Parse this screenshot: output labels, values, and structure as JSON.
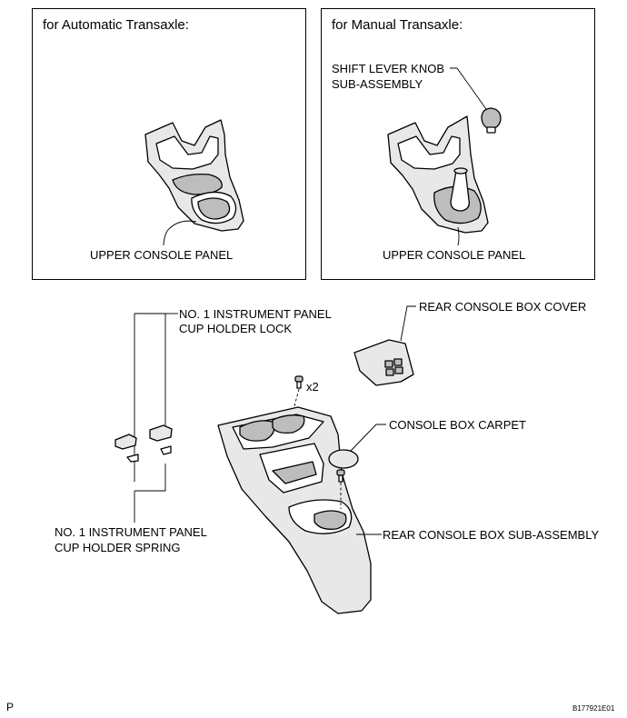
{
  "panels": {
    "automatic": {
      "title": "for Automatic Transaxle:",
      "label": "UPPER CONSOLE PANEL"
    },
    "manual": {
      "title": "for Manual Transaxle:",
      "label": "UPPER CONSOLE PANEL",
      "knob_label_1": "SHIFT LEVER KNOB",
      "knob_label_2": "SUB-ASSEMBLY"
    }
  },
  "parts": {
    "cup_holder_lock_1": "NO. 1 INSTRUMENT PANEL",
    "cup_holder_lock_2": "CUP HOLDER LOCK",
    "cup_holder_spring_1": "NO. 1 INSTRUMENT PANEL",
    "cup_holder_spring_2": "CUP HOLDER SPRING",
    "rear_console_box_cover": "REAR CONSOLE BOX COVER",
    "console_box_carpet": "CONSOLE BOX CARPET",
    "rear_console_box_sub_assembly": "REAR CONSOLE BOX SUB-ASSEMBLY",
    "fastener_count": "x2"
  },
  "footer": {
    "left_mark": "P",
    "figure_code": "B177921E01"
  }
}
